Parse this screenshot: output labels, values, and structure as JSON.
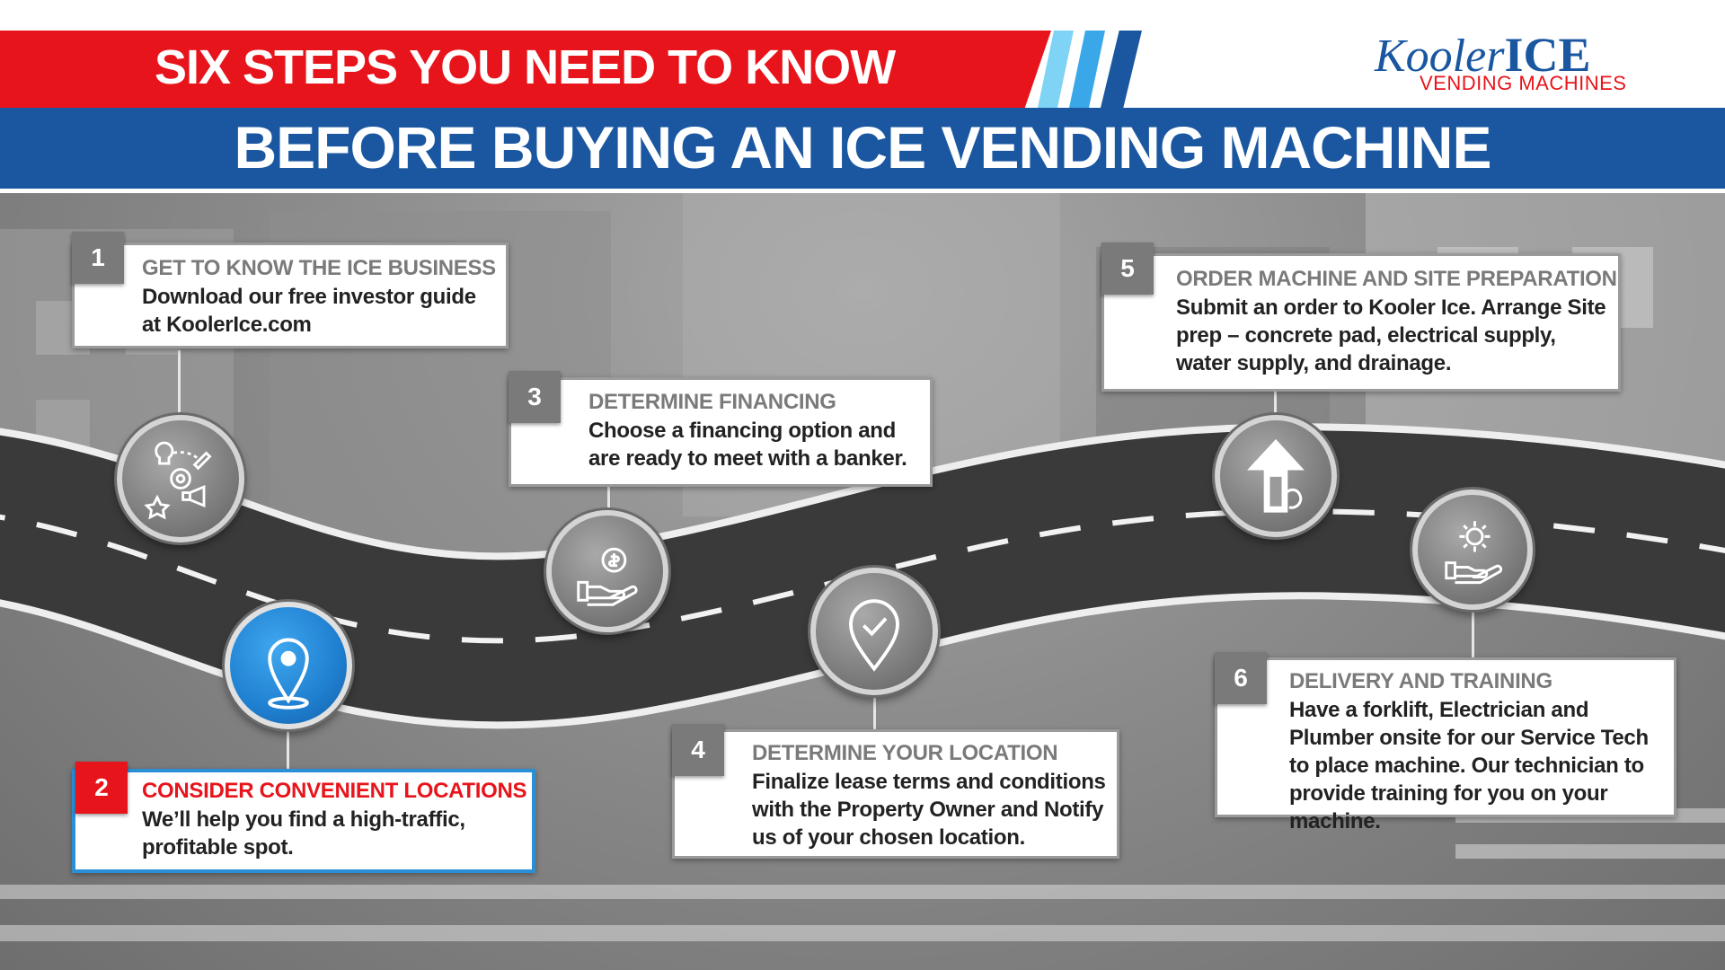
{
  "header": {
    "top_title": "SIX STEPS YOU NEED TO KNOW",
    "main_title": "BEFORE BUYING AN ICE VENDING MACHINE"
  },
  "logo": {
    "kooler": "Kooler",
    "ice": "ICE",
    "sub": "VENDING MACHINES"
  },
  "colors": {
    "red": "#e8141b",
    "blue": "#1a57a0",
    "highlight": "#2b8fd6",
    "step_gray": "#7a7a7a"
  },
  "steps": [
    {
      "number": "1",
      "title": "GET TO KNOW THE ICE BUSINESS",
      "desc": "Download our free investor guide at KoolerIce.com",
      "icon": "business-tools-icon"
    },
    {
      "number": "2",
      "title": "CONSIDER CONVENIENT LOCATIONS",
      "desc": " We’ll help you find a high-traffic, profitable spot.",
      "icon": "location-pin-icon"
    },
    {
      "number": "3",
      "title": "DETERMINE FINANCING",
      "desc": "Choose a financing option and are ready to meet with a banker.",
      "icon": "money-hand-icon"
    },
    {
      "number": "4",
      "title": "DETERMINE YOUR LOCATION",
      "desc": "Finalize lease terms and conditions with the Property Owner and Notify us of your chosen location.",
      "icon": "location-check-icon"
    },
    {
      "number": "5",
      "title": "ORDER MACHINE AND SITE PREPARATION",
      "desc": "Submit an order to Kooler Ice. Arrange Site prep – concrete pad, electrical supply, water supply, and drainage.",
      "icon": "ice-arrow-icon"
    },
    {
      "number": "6",
      "title": "DELIVERY AND TRAINING",
      "desc": "Have a forklift, Electrician and Plumber onsite for our Service Tech to place machine. Our technician to provide training for you on your machine.",
      "icon": "gear-hand-icon"
    }
  ]
}
